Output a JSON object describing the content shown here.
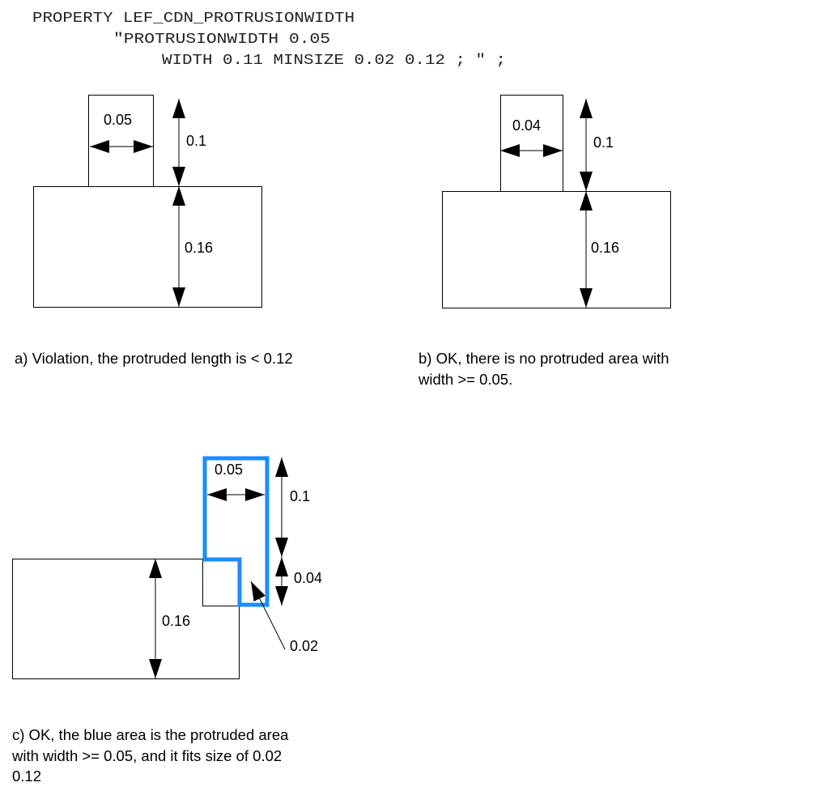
{
  "code": {
    "line1": "PROPERTY LEF_CDN_PROTRUSIONWIDTH",
    "line2": "\"PROTRUSIONWIDTH 0.05",
    "line3": "WIDTH 0.11 MINSIZE 0.02 0.12 ; \" ;"
  },
  "figure_a": {
    "width_label": "0.05",
    "protrusion_length_label": "0.1",
    "body_height_label": "0.16",
    "caption": "a) Violation, the protruded length is < 0.12"
  },
  "figure_b": {
    "width_label": "0.04",
    "protrusion_length_label": "0.1",
    "body_height_label": "0.16",
    "caption_line1": "b) OK, there is no protruded area with",
    "caption_line2": "width >= 0.05."
  },
  "figure_c": {
    "width_label": "0.05",
    "protrusion_length_label": "0.1",
    "step_height_label": "0.04",
    "step_width_label": "0.02",
    "body_height_label": "0.16",
    "highlight_color": "#1a8cff",
    "caption_line1": "c) OK, the blue area is the protruded area",
    "caption_line2": "with width >= 0.05, and it fits size of 0.02",
    "caption_line3": "0.12"
  }
}
